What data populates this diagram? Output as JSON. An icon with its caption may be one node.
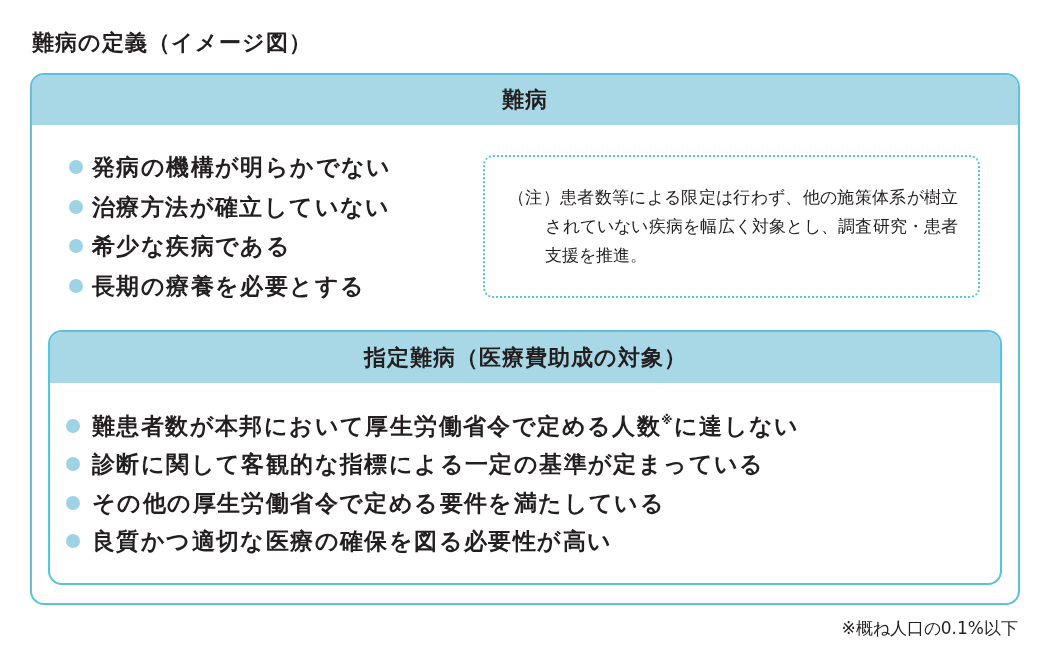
{
  "diagram": {
    "title": "難病の定義（イメージ図）",
    "nodes": [
      {
        "text": [
          "難病",
          "発病の機構が明らかでない",
          "治療方法が確立していない",
          "希少な疾病である",
          "長期の療養を必要とする"
        ]
      },
      {
        "text": [
          "（注）患者数等による限定は行わず、他の施策体系が樹立されていない疾病を幅広く対象とし、調査研究・患者支援を推進。"
        ],
        "in": 0
      },
      {
        "text": [
          "指定難病（医療費助成の対象）",
          "難患者数が本邦において厚生労働省令で定める人数$^{※}$に達しない",
          "診断に関して客観的な指標による一定の基準が定まっている",
          "その他の厚生労働省令で定める要件を満たしている",
          "良質かつ適切な医療の確保を図る必要性が高い"
        ],
        "in": 0
      }
    ],
    "labels": [
      "※概ね人口の0.1%以下"
    ]
  }
}
